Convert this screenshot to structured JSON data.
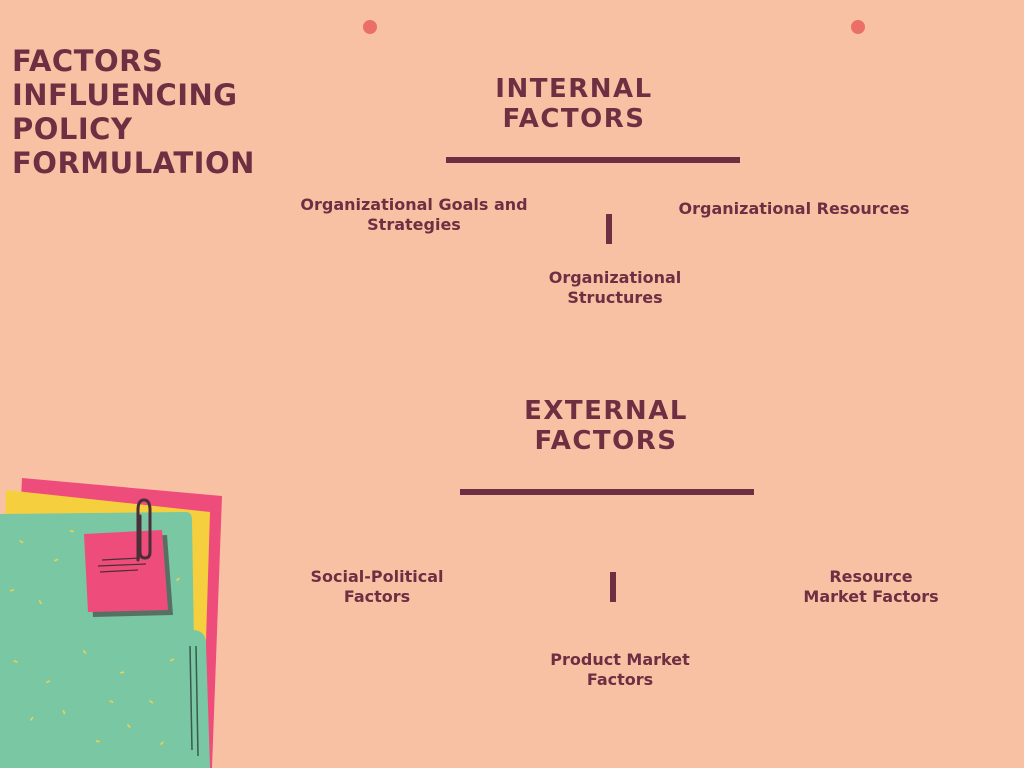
{
  "colors": {
    "background": "#f9c1a4",
    "text": "#6e2f42",
    "dot": "#ea6f67",
    "folder_green": "#79c7a3",
    "folder_dark": "#4a8c70",
    "paper_pink": "#ee4d7b",
    "paper_yellow": "#f6cf3f",
    "sticky_pink": "#ee4d7b",
    "clip": "#4a2e38",
    "speckle": "#f3d04c"
  },
  "title": {
    "lines": [
      "FACTORS",
      "INFLUENCING",
      "POLICY",
      "FORMULATION"
    ]
  },
  "internal": {
    "heading": [
      "INTERNAL",
      "FACTORS"
    ],
    "items": {
      "goals": [
        "Organizational Goals and",
        "Strategies"
      ],
      "resources": [
        "Organizational Resources"
      ],
      "structures": [
        "Organizational",
        "Structures"
      ]
    }
  },
  "external": {
    "heading": [
      "EXTERNAL",
      "FACTORS"
    ],
    "items": {
      "social": [
        "Social-Political",
        "Factors"
      ],
      "resource_market": [
        "Resource",
        "Market Factors"
      ],
      "product_market": [
        "Product Market",
        "Factors"
      ]
    }
  },
  "decoration": {
    "illustration_icon": "folder-with-papers-and-paperclip",
    "dot_icon": "coral-circle"
  }
}
